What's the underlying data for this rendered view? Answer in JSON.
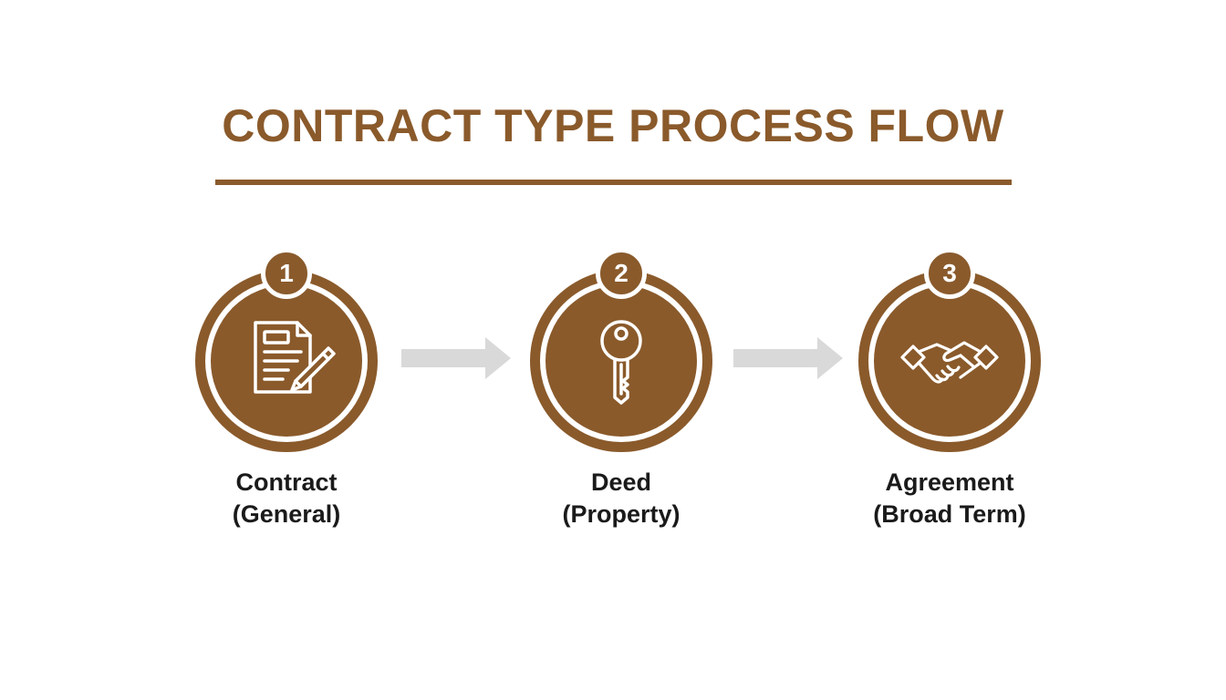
{
  "title": "CONTRACT TYPE PROCESS FLOW",
  "colors": {
    "brand": "#8a5a2b",
    "arrow": "#d9d9d9",
    "label": "#1a1a1a",
    "background": "#ffffff"
  },
  "steps": [
    {
      "number": "1",
      "icon": "document-pen-icon",
      "label_line1": "Contract",
      "label_line2": "(General)"
    },
    {
      "number": "2",
      "icon": "key-icon",
      "label_line1": "Deed",
      "label_line2": "(Property)"
    },
    {
      "number": "3",
      "icon": "handshake-icon",
      "label_line1": "Agreement",
      "label_line2": "(Broad Term)"
    }
  ]
}
